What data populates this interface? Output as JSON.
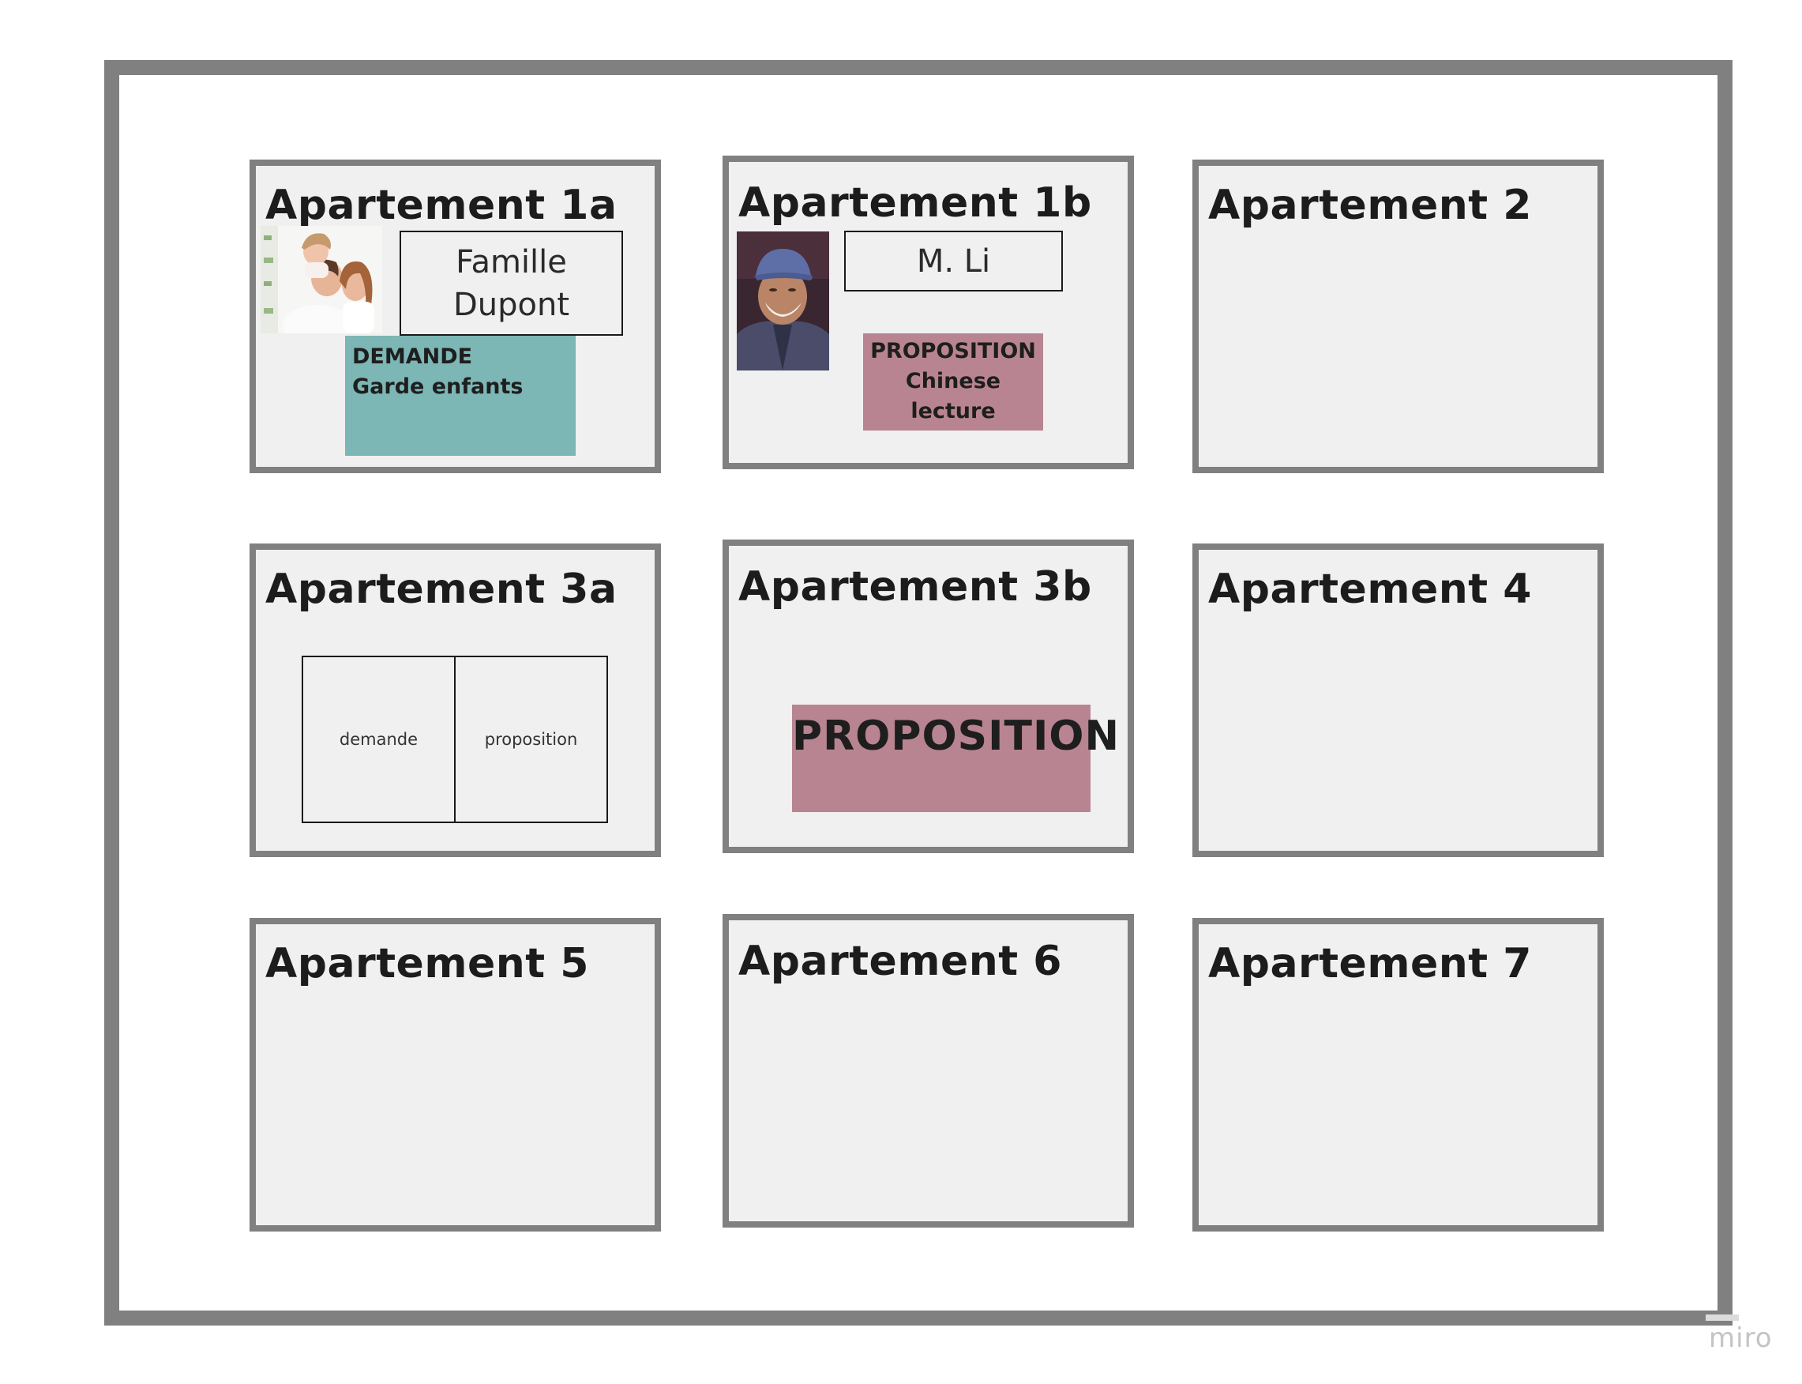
{
  "board": {
    "cards": [
      {
        "id": "1a",
        "title": "Apartement 1a"
      },
      {
        "id": "1b",
        "title": "Apartement 1b"
      },
      {
        "id": "2",
        "title": "Apartement 2"
      },
      {
        "id": "3a",
        "title": "Apartement 3a"
      },
      {
        "id": "3b",
        "title": "Apartement 3b"
      },
      {
        "id": "4",
        "title": "Apartement 4"
      },
      {
        "id": "5",
        "title": "Apartement 5"
      },
      {
        "id": "6",
        "title": "Apartement 6"
      },
      {
        "id": "7",
        "title": "Apartement 7"
      }
    ]
  },
  "apt1a": {
    "name_line1": "Famille",
    "name_line2": "Dupont",
    "sticky_line1": "DEMANDE",
    "sticky_line2": "Garde enfants",
    "sticky_color": "#7cb6b5"
  },
  "apt1b": {
    "name": "M. Li",
    "sticky_line1": "PROPOSITION",
    "sticky_line2": "Chinese",
    "sticky_line3": "lecture",
    "sticky_color": "#b98491"
  },
  "apt3a": {
    "left_label": "demande",
    "right_label": "proposition"
  },
  "apt3b": {
    "sticky_label": "PROPOSITION",
    "sticky_color": "#b98491"
  },
  "watermark": {
    "label": "miro"
  },
  "colors": {
    "frame": "#808080",
    "card_bg": "#f0f0f0"
  }
}
